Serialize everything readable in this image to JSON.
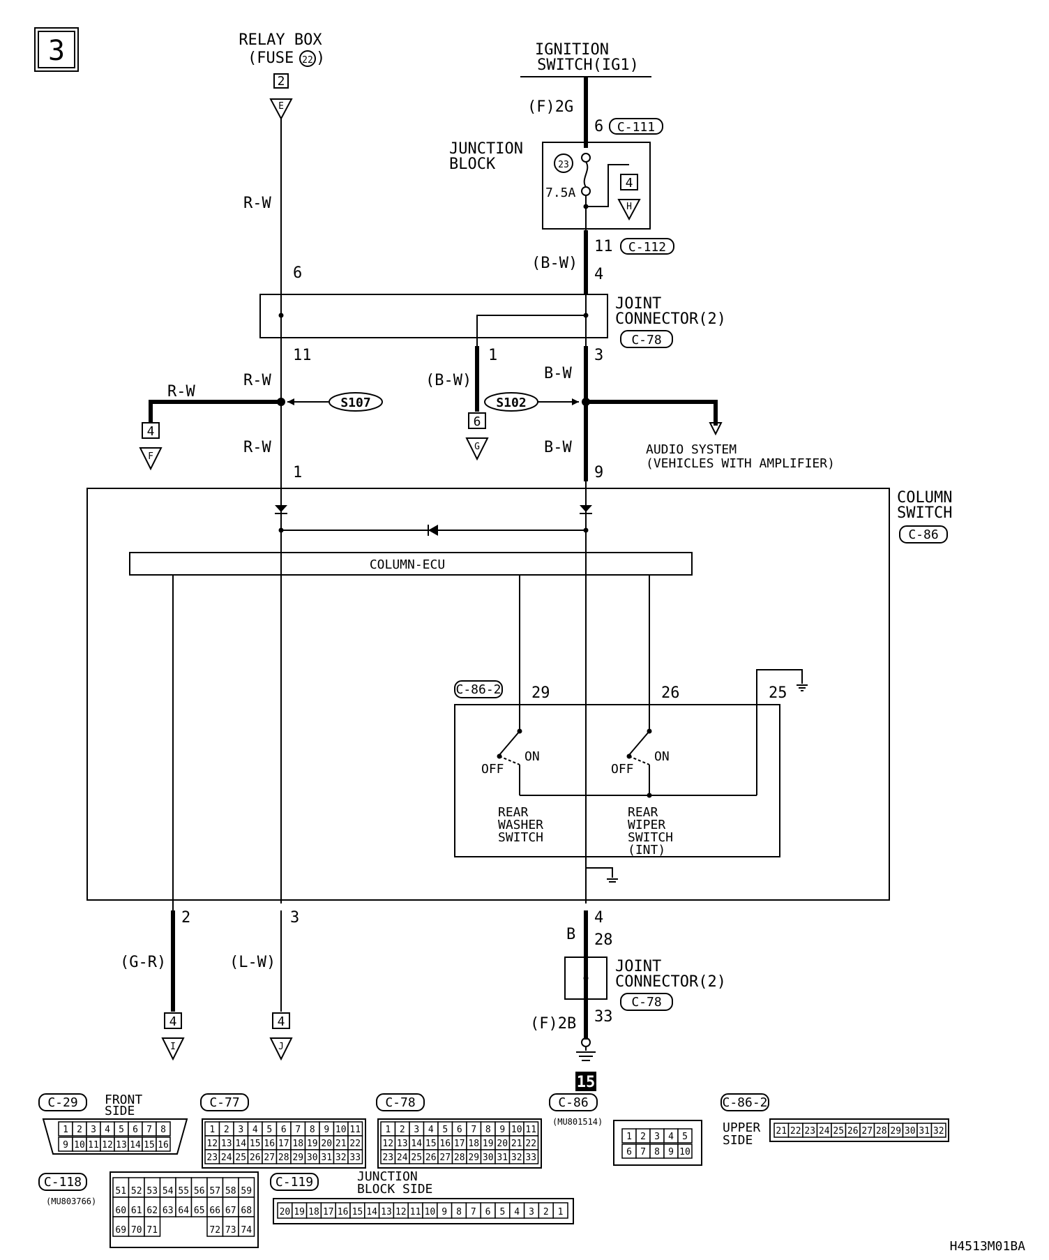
{
  "page_number": "3",
  "drawing_code": "H4513M01BA",
  "ground_id": "15",
  "top": {
    "relay_box_l1": "RELAY BOX",
    "relay_box_l2": "(FUSE",
    "relay_box_l2_end": ")",
    "relay_fuse_no": "22",
    "relay_box_pin": "2",
    "relay_conn_letter": "E",
    "ign_l1": "IGNITION",
    "ign_l2": "SWITCH(IG1)",
    "ign_wire": "(F)2G",
    "ign_pin": "6",
    "ign_conn": "C-111"
  },
  "junction_block": {
    "label_l1": "JUNCTION",
    "label_l2": "BLOCK",
    "fuse_no": "23",
    "fuse_rating": "7.5A",
    "side_pin": "4",
    "side_letter": "H",
    "out_pin": "11",
    "out_conn": "C-112"
  },
  "joint_connector_top": {
    "label_l1": "JOINT",
    "label_l2": "CONNECTOR(2)",
    "conn": "C-78",
    "left_in_wire": "R-W",
    "left_in_pin": "6",
    "right_in_wire": "(B-W)",
    "right_in_pin": "4",
    "left_out_pin": "11",
    "mid_out_pin": "1",
    "right_out_pin": "3"
  },
  "splices": {
    "left_id": "S107",
    "left_wire_upper": "R-W",
    "left_wire_branch": "R-W",
    "left_wire_lower": "R-W",
    "left_branch_pin": "4",
    "left_branch_letter": "F",
    "right_id": "S102",
    "right_wire_upper": "B-W",
    "right_wire_lower": "B-W",
    "mid_wire": "(B-W)",
    "mid_pin": "6",
    "mid_letter": "G",
    "audio_l1": "AUDIO SYSTEM",
    "audio_l2": "(VEHICLES WITH AMPLIFIER)"
  },
  "column_switch": {
    "label_l1": "COLUMN",
    "label_l2": "SWITCH",
    "conn": "C-86",
    "in_pin_left": "1",
    "in_pin_right": "9",
    "ecu_label": "COLUMN-ECU",
    "sub_conn": "C-86-2",
    "pin_29": "29",
    "pin_26": "26",
    "pin_25": "25",
    "off": "OFF",
    "on": "ON",
    "washer_l1": "REAR",
    "washer_l2": "WASHER",
    "washer_l3": "SWITCH",
    "wiper_l1": "REAR",
    "wiper_l2": "WIPER",
    "wiper_l3": "SWITCH",
    "wiper_l4": "(INT)"
  },
  "bottom": {
    "out_pin_2": "2",
    "out_pin_3": "3",
    "out_pin_4": "4",
    "wire_gr": "(G-R)",
    "wire_lw": "(L-W)",
    "wire_b": "B",
    "gr_pin": "4",
    "gr_letter": "I",
    "lw_pin": "4",
    "lw_letter": "J",
    "jc_pin_in": "28",
    "jc_pin_out": "33",
    "jc_label_l1": "JOINT",
    "jc_label_l2": "CONNECTOR(2)",
    "jc_conn": "C-78",
    "ground_wire": "(F)2B"
  },
  "connectors": {
    "c29": {
      "id": "C-29",
      "side_l1": "FRONT",
      "side_l2": "SIDE",
      "row1": [
        "1",
        "2",
        "3",
        "4",
        "5",
        "6",
        "7",
        "8"
      ],
      "row2": [
        "9",
        "10",
        "11",
        "12",
        "13",
        "14",
        "15",
        "16"
      ]
    },
    "c77": {
      "id": "C-77",
      "row1": [
        "1",
        "2",
        "3",
        "4",
        "5",
        "6",
        "7",
        "8",
        "9",
        "10",
        "11"
      ],
      "row2": [
        "12",
        "13",
        "14",
        "15",
        "16",
        "17",
        "18",
        "19",
        "20",
        "21",
        "22"
      ],
      "row3": [
        "23",
        "24",
        "25",
        "26",
        "27",
        "28",
        "29",
        "30",
        "31",
        "32",
        "33"
      ]
    },
    "c78": {
      "id": "C-78",
      "row1": [
        "1",
        "2",
        "3",
        "4",
        "5",
        "6",
        "7",
        "8",
        "9",
        "10",
        "11"
      ],
      "row2": [
        "12",
        "13",
        "14",
        "15",
        "16",
        "17",
        "18",
        "19",
        "20",
        "21",
        "22"
      ],
      "row3": [
        "23",
        "24",
        "25",
        "26",
        "27",
        "28",
        "29",
        "30",
        "31",
        "32",
        "33"
      ]
    },
    "c86": {
      "id": "C-86",
      "part": "(MU801514)",
      "row1": [
        "1",
        "2",
        "3",
        "4",
        "5"
      ],
      "row2": [
        "6",
        "7",
        "8",
        "9",
        "10"
      ]
    },
    "c862": {
      "id": "C-86-2",
      "side_l1": "UPPER",
      "side_l2": "SIDE",
      "row1": [
        "21",
        "22",
        "23",
        "24",
        "25",
        "26",
        "27",
        "28",
        "29",
        "30",
        "31",
        "32"
      ]
    },
    "c118": {
      "id": "C-118",
      "part": "(MU803766)",
      "row1": [
        "51",
        "52",
        "53",
        "54",
        "55",
        "56",
        "57",
        "58",
        "59"
      ],
      "row2": [
        "60",
        "61",
        "62",
        "63",
        "64",
        "65",
        "66",
        "67",
        "68"
      ],
      "row3": [
        "69",
        "70",
        "71",
        "",
        "",
        "",
        "72",
        "73",
        "74"
      ]
    },
    "c119": {
      "id": "C-119",
      "side_l1": "JUNCTION",
      "side_l2": "BLOCK SIDE",
      "row1": [
        "20",
        "19",
        "18",
        "17",
        "16",
        "15",
        "14",
        "13",
        "12",
        "11",
        "10",
        "9",
        "8",
        "7",
        "6",
        "5",
        "4",
        "3",
        "2",
        "1"
      ]
    }
  }
}
